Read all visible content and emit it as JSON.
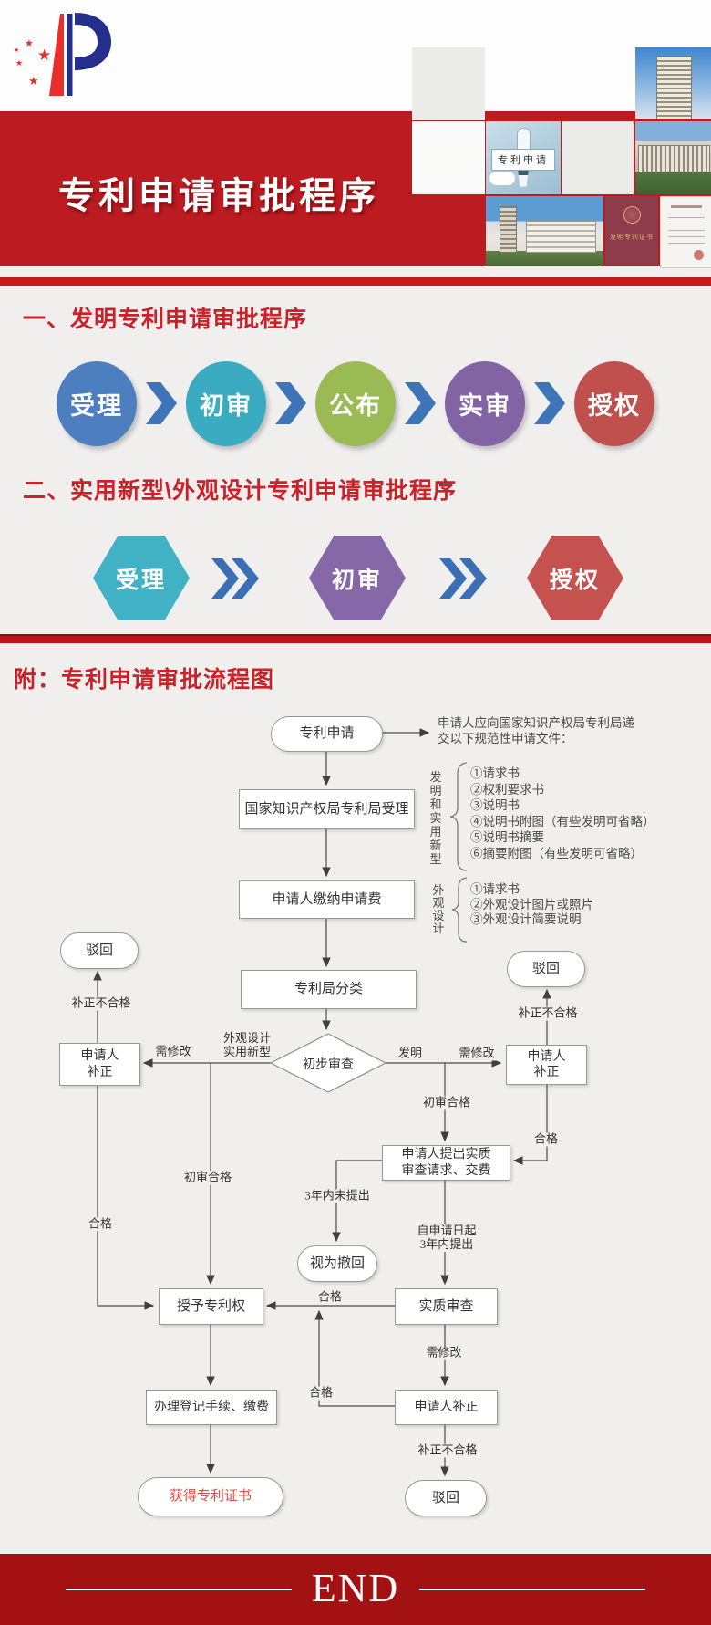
{
  "page": {
    "bg": "#f0efee",
    "banner_red": "#bb1b21",
    "divider_red": "#c41a1f",
    "end_red": "#a31113",
    "header_text_red": "#cb2128"
  },
  "header": {
    "title": "专利申请审批程序",
    "logo_star": "★",
    "tiles": {
      "patent_apply_label": "专利申请",
      "red_cert_label": "发明专利证书"
    }
  },
  "section1": {
    "title": "一、发明专利申请审批程序",
    "arrow_color": "#3e74b8",
    "steps": [
      {
        "label": "受理",
        "color": "#4d7ebf"
      },
      {
        "label": "初审",
        "color": "#3aabc0"
      },
      {
        "label": "公布",
        "color": "#9aba53"
      },
      {
        "label": "实审",
        "color": "#8264a5"
      },
      {
        "label": "授权",
        "color": "#c0504d"
      }
    ]
  },
  "section2": {
    "title": "二、实用新型\\外观设计专利申请审批程序",
    "arrow_color": "#3a6fb5",
    "steps": [
      {
        "label": "受理",
        "color": "#41b1c5"
      },
      {
        "label": "初审",
        "color": "#8667a8"
      },
      {
        "label": "授权",
        "color": "#c5524e"
      }
    ]
  },
  "section3": {
    "title": "附：专利申请审批流程图",
    "intro_note": "申请人应向国家知识产权局专利局递\n交以下规范性申请文件：",
    "brace": "{",
    "groups": [
      {
        "label": "发明和实用新型",
        "items": [
          "①请求书",
          "②权利要求书",
          "③说明书",
          "④说明书附图（有些发明可省略）",
          "⑤说明书摘要",
          "⑥摘要附图（有些发明可省略）"
        ]
      },
      {
        "label": "外观设计",
        "items": [
          "①请求书",
          "②外观设计图片或照片",
          "③外观设计简要说明"
        ]
      }
    ],
    "nodes": {
      "patent_apply": "专利申请",
      "accept": "国家知识产权局专利局受理",
      "pay_fee": "申请人缴纳申请费",
      "classify": "专利局分类",
      "prelim_exam": "初步审查",
      "left_reject": "驳回",
      "right_reject": "驳回",
      "left_correct": "申请人\n补正",
      "right_correct": "申请人\n补正",
      "request_exam": "申请人提出实质\n审查请求、交费",
      "withdrawn": "视为撤回",
      "grant": "授予专利权",
      "substantive": "实质审查",
      "register": "办理登记手续、缴费",
      "bottom_correct": "申请人补正",
      "bottom_reject": "驳回",
      "certificate": "获得专利证书"
    },
    "edge_labels": {
      "fail_left": "补正不合格",
      "need_fix_left": "需修改",
      "design_utility": "外观设计\n实用新型",
      "invention": "发明",
      "need_fix_right": "需修改",
      "fail_right": "补正不合格",
      "prelim_pass_right": "初审合格",
      "pass_right": "合格",
      "prelim_pass_left": "初审合格",
      "pass_far_left": "合格",
      "not_in_3y": "3年内未提出",
      "from_date": "自申请日起\n3年内提出",
      "pass_center": "合格",
      "need_fix_bottom": "需修改",
      "pass_bottom_left": "合格",
      "fail_bottom": "补正不合格"
    }
  },
  "footer": {
    "end_label": "END"
  }
}
